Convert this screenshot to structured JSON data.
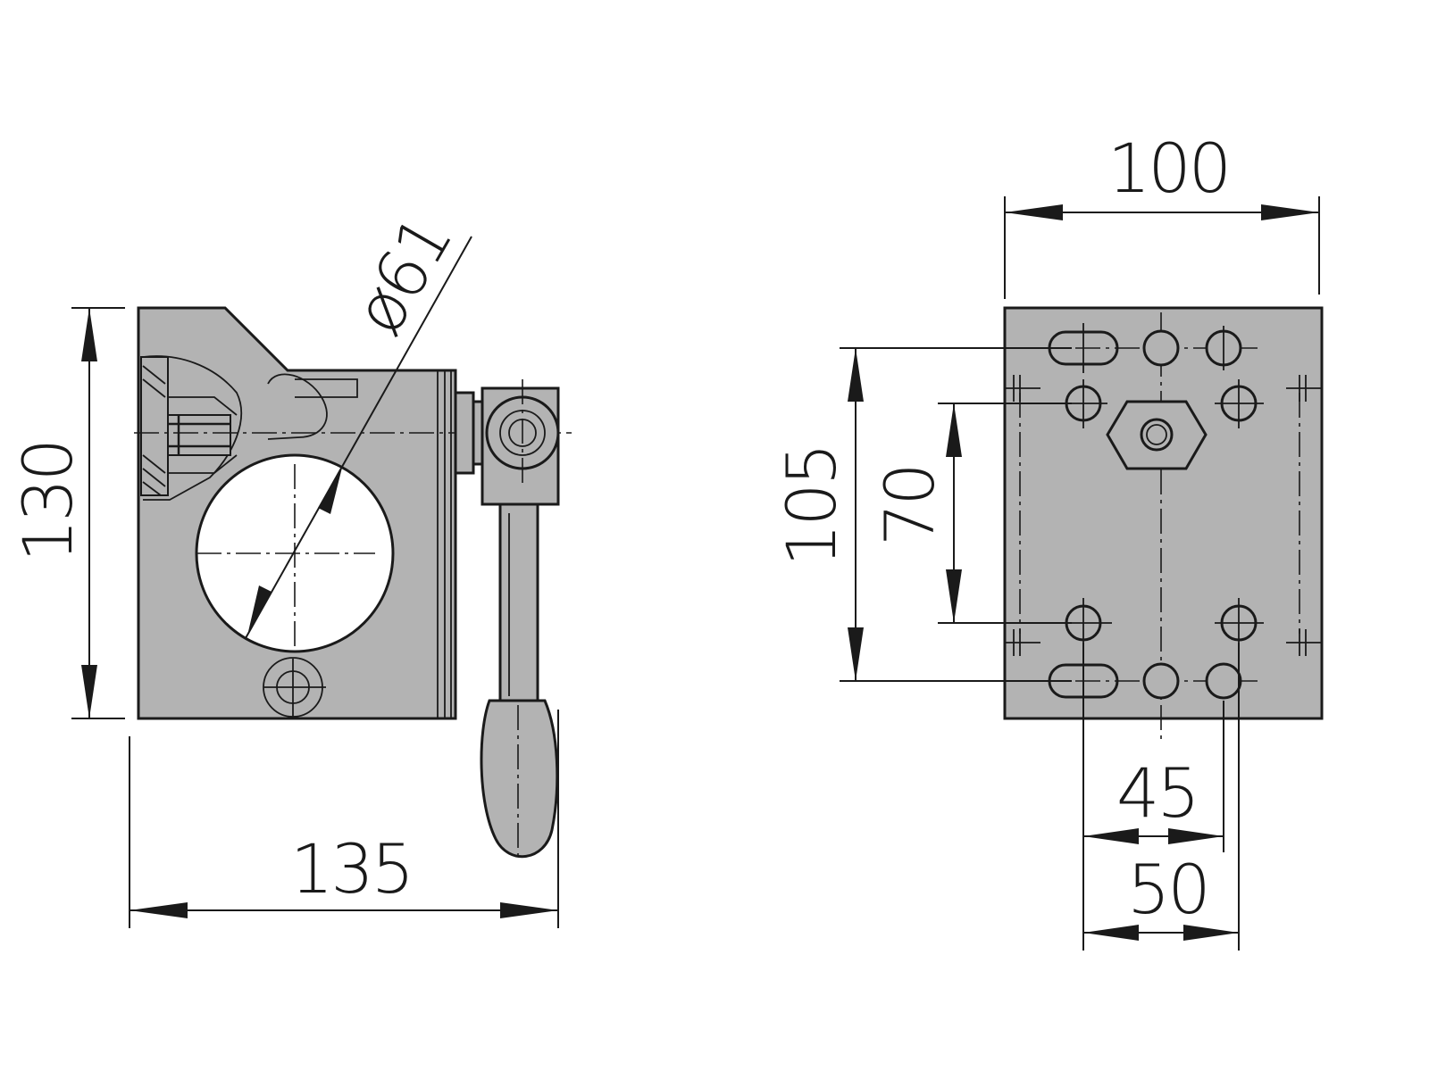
{
  "dimensions": {
    "side_width": "135",
    "side_height": "130",
    "bore_diameter": "ø61",
    "plate_width": "100",
    "plate_height_outer": "105",
    "plate_height_inner": "70",
    "hole_spacing_inner": "45",
    "hole_spacing_outer": "50"
  },
  "colors": {
    "part_fill": "#b3b3b3",
    "line": "#1a1a1a",
    "background": "#ffffff"
  }
}
